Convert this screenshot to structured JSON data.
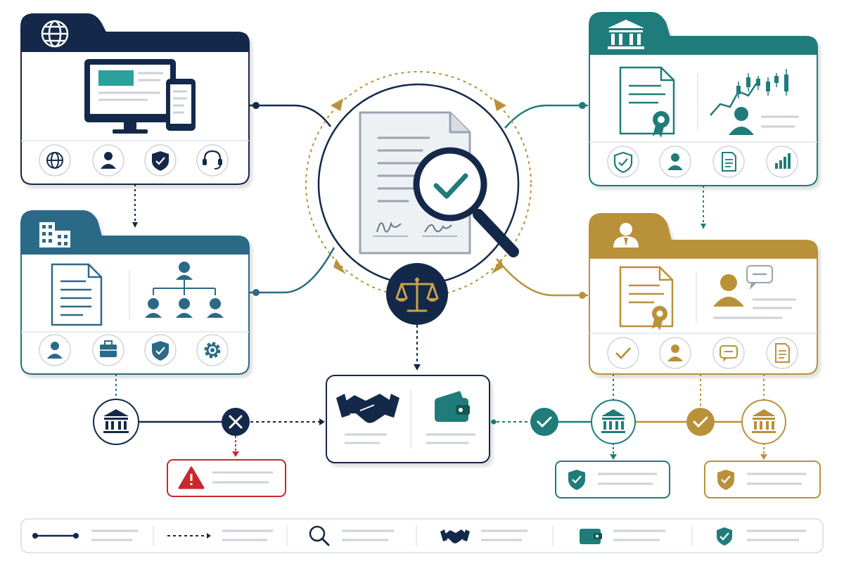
{
  "colors": {
    "navy": "#14284a",
    "blue_teal": "#2b6a86",
    "teal": "#1f7c7a",
    "gold": "#b8913a",
    "red": "#c8282e",
    "grey_line": "#cdd2d8",
    "grey_border": "#d5dae0",
    "doc_grey": "#9aa4ae"
  },
  "nodes": [
    {
      "id": "web-portal-folder",
      "tab_icon": "globe-icon",
      "accent": "navy",
      "illustration": "monitor-and-phone",
      "icons": [
        "globe-icon",
        "user-icon",
        "shield-check-icon",
        "headset-icon"
      ]
    },
    {
      "id": "corporate-folder",
      "tab_icon": "office-building-icon",
      "accent": "blue_teal",
      "illustration": "document-and-org-chart",
      "icons": [
        "user-icon",
        "briefcase-icon",
        "shield-check-icon",
        "gear-icon"
      ]
    },
    {
      "id": "institution-folder",
      "tab_icon": "bank-icon",
      "accent": "teal",
      "illustration": "certificate-and-market-chart",
      "icons": [
        "shield-check-icon",
        "user-icon",
        "document-icon",
        "bar-chart-icon"
      ]
    },
    {
      "id": "individual-folder",
      "tab_icon": "person-icon",
      "accent": "gold",
      "illustration": "certificate-and-profile",
      "icons": [
        "check-icon",
        "user-icon",
        "chat-icon",
        "document-icon"
      ]
    },
    {
      "id": "document-verification",
      "accent": "navy",
      "icons": [
        "document-icon",
        "magnifier-check-icon",
        "scales-icon"
      ]
    },
    {
      "id": "agreement-box",
      "accent": "navy",
      "icons": [
        "handshake-icon",
        "wallet-icon"
      ]
    },
    {
      "id": "rejection-path",
      "accent": "red",
      "icons": [
        "bank-icon",
        "x-icon",
        "warning-icon"
      ]
    },
    {
      "id": "approval-path-teal",
      "accent": "teal",
      "icons": [
        "check-icon",
        "bank-icon",
        "shield-check-icon"
      ]
    },
    {
      "id": "approval-path-gold",
      "accent": "gold",
      "icons": [
        "check-icon",
        "bank-icon",
        "shield-check-icon"
      ]
    }
  ],
  "legend": [
    "solid-line-icon",
    "dotted-line-icon",
    "magnifier-icon",
    "handshake-icon",
    "wallet-icon",
    "shield-check-icon"
  ]
}
